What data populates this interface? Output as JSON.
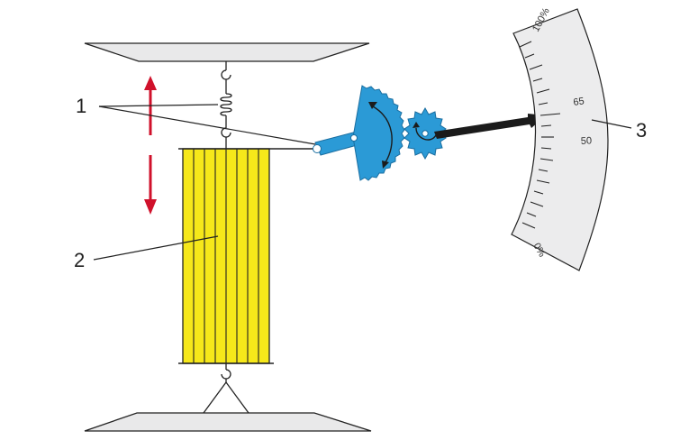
{
  "callouts": {
    "label_1": "1",
    "label_2": "2",
    "label_3": "3"
  },
  "scale": {
    "top_label": "100%",
    "mark_65": "65",
    "mark_50": "50",
    "bottom_label": "0%"
  },
  "colors": {
    "hair_bundle": "#f6e81a",
    "mechanism": "#2b9ad6",
    "arrow_red": "#d0112b",
    "plate": "#e9e9ea",
    "scale_face": "#ececed",
    "pointer": "#1b1b1b"
  },
  "icons": {
    "up_arrow": "arrow-up-icon",
    "down_arrow": "arrow-down-icon",
    "rotation": "rotation-arrow-icon"
  }
}
